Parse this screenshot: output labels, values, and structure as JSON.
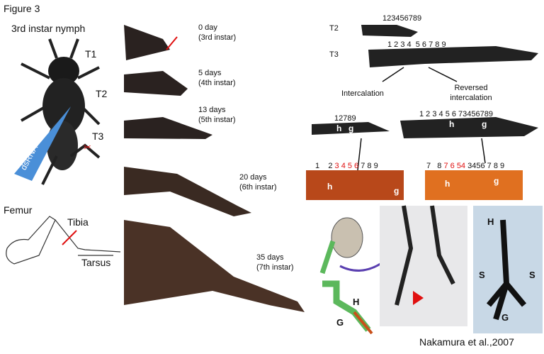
{
  "figure_label": "Figure 3",
  "nymph_label": "3rd instar nymph",
  "segments": {
    "t1": "T1",
    "t2": "T2",
    "t3": "T3"
  },
  "dsrna": "dsRNA",
  "leg_parts": {
    "femur": "Femur",
    "tibia": "Tibia",
    "tarsus": "Tarsus"
  },
  "timeline": [
    {
      "days": "0 day",
      "instar": "(3rd instar)"
    },
    {
      "days": "5 days",
      "instar": "(4th instar)"
    },
    {
      "days": "13 days",
      "instar": "(5th instar)"
    },
    {
      "days": "20 days",
      "instar": "(6th instar)"
    },
    {
      "days": "35 days",
      "instar": "(7th instar)"
    }
  ],
  "right_panel": {
    "t2_label": "T2",
    "t2_numbers": "123456789",
    "t3_label": "T3",
    "t3_numbers": "1 2 3 4  5 6 7 8 9",
    "intercalation": "Intercalation",
    "reversed": "Reversed intercalation",
    "left_numbers": "12789",
    "right_numbers": "1 2 3 4 5 6 73456789",
    "h": "h",
    "g": "g",
    "bottom_left_black1": "1    2 ",
    "bottom_left_red": "3 4 5 6",
    "bottom_left_black2": "7 8 9",
    "bottom_right_black1": "7   8 ",
    "bottom_right_red": "7 6 54",
    "bottom_right_black2": " 3456 7 8 9",
    "H": "H",
    "G": "G",
    "S": "S"
  },
  "citation": "Nakamura et al.,2007",
  "colors": {
    "dsrna_blue": "#4a8fd8",
    "scissors_red": "#e01010",
    "leg_orange": "#c8501a",
    "green": "#5cb85c"
  }
}
